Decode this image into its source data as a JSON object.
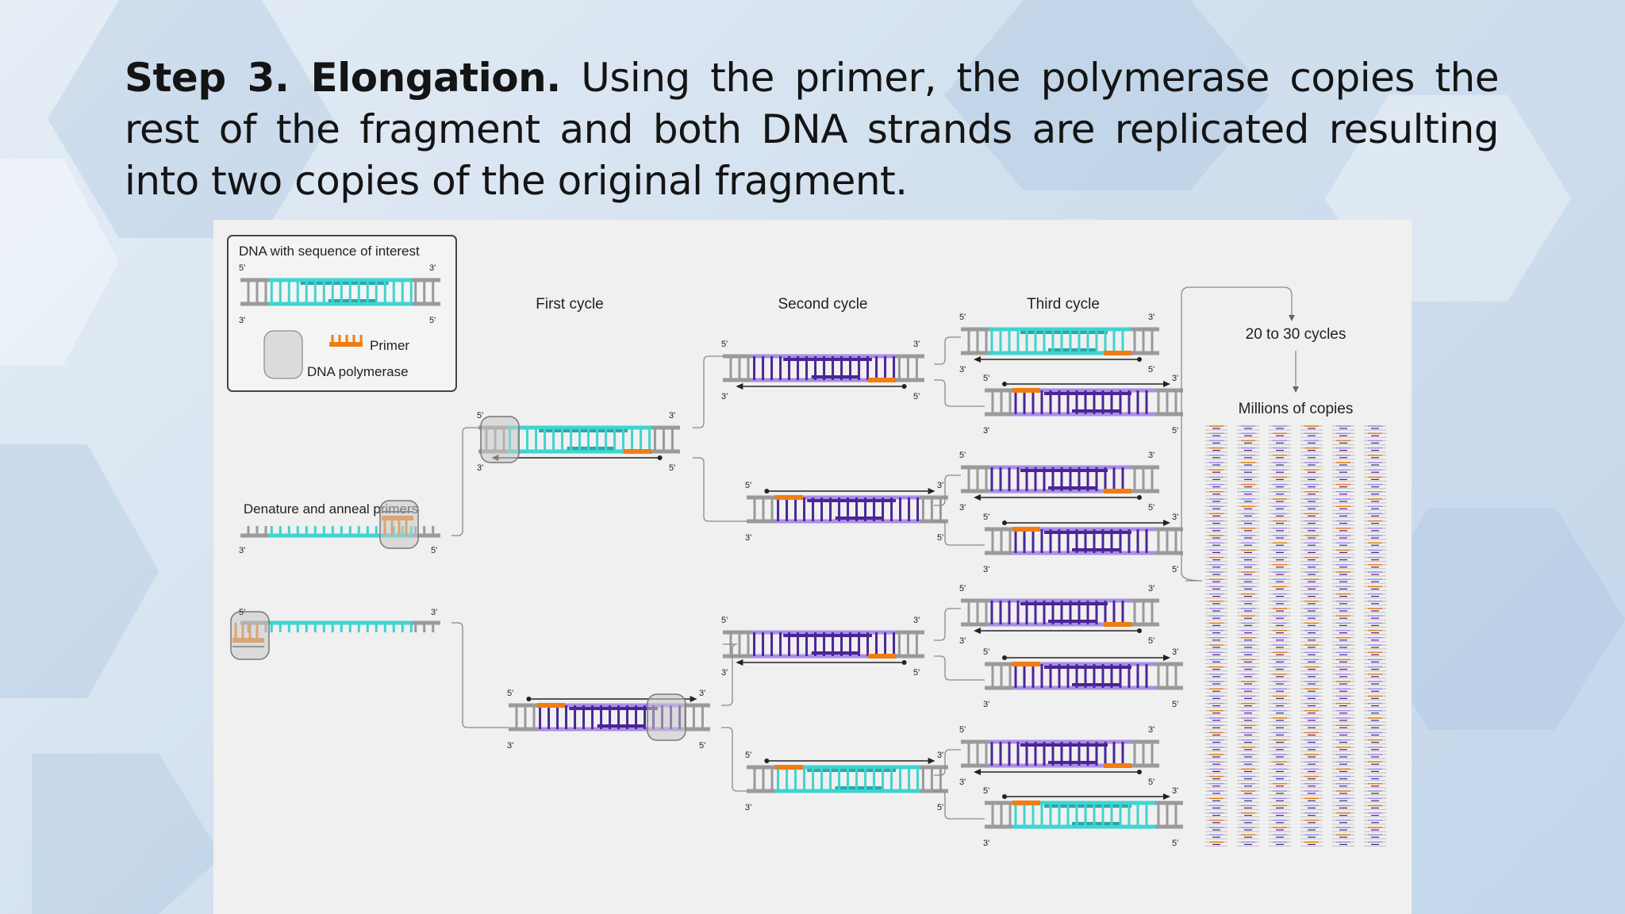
{
  "slide": {
    "heading_bold": "Step 3. Elongation.",
    "heading_text": " Using the primer, the polymerase copies the rest of the fragment and both DNA strands are replicated resulting into two copies of the original fragment."
  },
  "diagram": {
    "legend": {
      "title": "DNA with sequence of interest",
      "primer_label": "Primer",
      "polymerase_label": "DNA polymerase"
    },
    "stage_labels": {
      "denature": "Denature and anneal primers",
      "first_cycle": "First cycle",
      "second_cycle": "Second cycle",
      "third_cycle": "Third cycle",
      "cycles": "20 to 30 cycles",
      "result": "Millions of copies"
    },
    "end_labels": {
      "five_prime": "5'",
      "three_prime": "3'"
    },
    "colors": {
      "template": "#9a9a9a",
      "target": "#3fd4d0",
      "target_dark": "#2aa8a6",
      "primer": "#f07d12",
      "copy_light": "#a98ee6",
      "copy_dark": "#4b2596",
      "polymerase": "#c9c9c9"
    }
  }
}
